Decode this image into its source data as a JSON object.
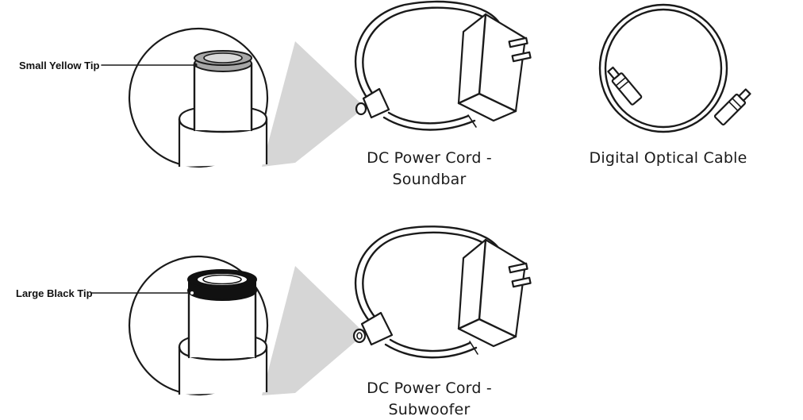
{
  "callouts": {
    "small_yellow_tip": "Small Yellow Tip",
    "large_black_tip": "Large Black Tip"
  },
  "captions": {
    "soundbar_cord_line1": "DC Power Cord -",
    "soundbar_cord_line2": "Soundbar",
    "optical_cable": "Digital Optical Cable",
    "subwoofer_cord_line1": "DC Power Cord -",
    "subwoofer_cord_line2": "Subwoofer"
  },
  "colors": {
    "ink": "#1a1a1a",
    "magnifier_cone": "#d6d6d6",
    "small_tip": "#a8a8a8",
    "large_tip": "#111111"
  }
}
